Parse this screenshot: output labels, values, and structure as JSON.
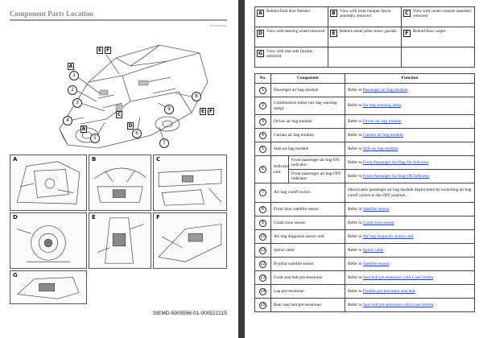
{
  "left": {
    "title": "Component Parts Location",
    "tag": "IVCDCDA0084",
    "doc_code": "SIEMD-5905596-01-000522215",
    "car_callouts": [
      {
        "label": "A",
        "kind": "circle"
      },
      {
        "label": "B",
        "kind": "circle"
      },
      {
        "label": "C",
        "kind": "circle"
      },
      {
        "label": "E",
        "kind": "box"
      },
      {
        "label": "F",
        "kind": "box"
      },
      {
        "label": "D",
        "kind": "box"
      },
      {
        "label": "E",
        "kind": "box"
      },
      {
        "label": "F",
        "kind": "box"
      }
    ],
    "panels": [
      "A",
      "B",
      "C",
      "D",
      "E",
      "F",
      "G"
    ]
  },
  "legend": [
    {
      "key": "A",
      "text": "Behind front door finisher"
    },
    {
      "key": "B",
      "text": "View with front bumper fascia assembly removed"
    },
    {
      "key": "C",
      "text": "View with center console assembly removed"
    },
    {
      "key": "D",
      "text": "View with steering wheel removed"
    },
    {
      "key": "E",
      "text": "Behind center pillar lower garnish"
    },
    {
      "key": "F",
      "text": "Behind floor carpet"
    },
    {
      "key": "G",
      "text": "View with rear side finisher removed"
    }
  ],
  "components_table": {
    "headers": {
      "no": "No.",
      "component": "Component",
      "function": "Function"
    },
    "refer_prefix": "Refer to",
    "indicator_label": "Indicator unit",
    "rows": [
      {
        "no": "1",
        "component": "Passenger air bag module",
        "link": "Passenger air bag module"
      },
      {
        "no": "2",
        "component": "Combination meter (air bag warning lamp)",
        "link": "Air bag warning lamp"
      },
      {
        "no": "3",
        "component": "Driver air bag module",
        "link": "Driver air bag module"
      },
      {
        "no": "4",
        "component": "Curtain air bag module",
        "link": "Curtain air bag module"
      },
      {
        "no": "5",
        "component": "Side air bag module",
        "link": "Side air bag module"
      },
      {
        "no": "6",
        "component": "Front passenger air bag ON indicator",
        "link": "Front Passenger Air Bag On Indicator"
      },
      {
        "no": "",
        "component": "Front passenger air bag OFF indicator",
        "link": "Front Passenger Air Bag Off Indicator"
      },
      {
        "no": "7",
        "component": "Air bag cutoff switch",
        "text": "Deactivates passenger air bag module deployment by switching air bag cutoff switch to the OFF position."
      },
      {
        "no": "8",
        "component": "Front door satellite sensor",
        "link": "Satellite sensor"
      },
      {
        "no": "9",
        "component": "Crash zone sensor",
        "link": "Crash zone sensor"
      },
      {
        "no": "10",
        "component": "Air bag diagnosis sensor unit",
        "link": "Air bag diagnosis sensor unit"
      },
      {
        "no": "11",
        "component": "Spiral cable",
        "link": "Spiral cable"
      },
      {
        "no": "12",
        "component": "B-pillar satellite sensor",
        "link": "Satellite sensor"
      },
      {
        "no": "13",
        "component": "Front seat belt pre-tensioner",
        "link": "Seat belt pre-tensioner with Load limiter"
      },
      {
        "no": "14",
        "component": "Lap pre-tensioner",
        "link": "Double pre-tensioner seat belt"
      },
      {
        "no": "15",
        "component": "Rear seat belt pre-tensioner",
        "link": "Seat belt pre-tensioner with Load limiter"
      }
    ]
  }
}
